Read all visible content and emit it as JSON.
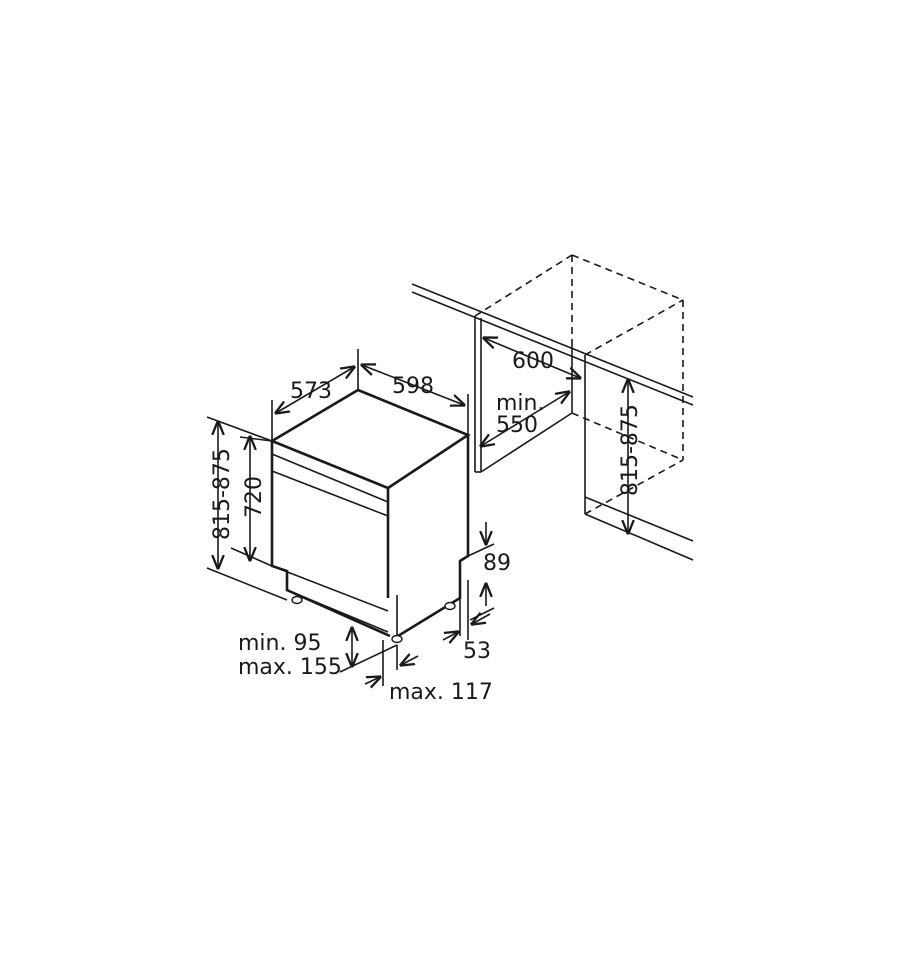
{
  "dimensions": {
    "depth": "573",
    "width": "598",
    "niche_width": "600",
    "niche_depth_min": "min.",
    "niche_depth_value": "550",
    "height_range_left": "815-875",
    "height_body": "720",
    "height_range_right": "815-875",
    "plinth_offset": "89",
    "plinth_recess": "53",
    "foot_height_min": "min. 95",
    "foot_height_max": "max. 155",
    "foot_depth_max": "max. 117"
  }
}
